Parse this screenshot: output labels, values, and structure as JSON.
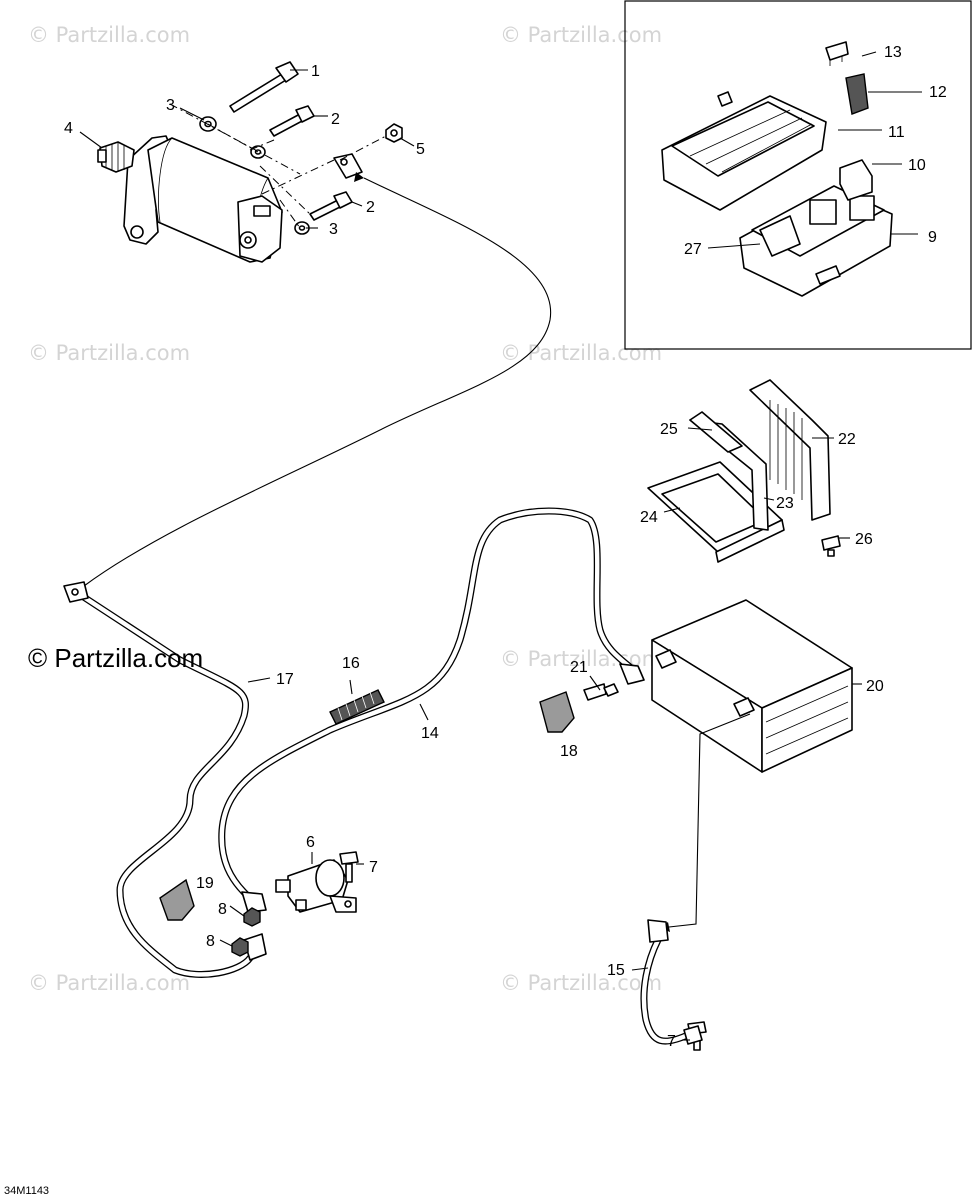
{
  "watermark": "© Partzilla.com",
  "main_watermark": "© Partzilla.com",
  "diagram_code": "34M1143",
  "callouts": {
    "c1": "1",
    "c2a": "2",
    "c2b": "2",
    "c3a": "3",
    "c3b": "3",
    "c4": "4",
    "c5": "5",
    "c6": "6",
    "c7a": "7",
    "c7b": "7",
    "c8a": "8",
    "c8b": "8",
    "c9": "9",
    "c10": "10",
    "c11": "11",
    "c12": "12",
    "c13": "13",
    "c14": "14",
    "c15": "15",
    "c16": "16",
    "c17": "17",
    "c18": "18",
    "c19": "19",
    "c20": "20",
    "c21": "21",
    "c22": "22",
    "c23": "23",
    "c24": "24",
    "c25": "25",
    "c26": "26",
    "c27": "27"
  }
}
